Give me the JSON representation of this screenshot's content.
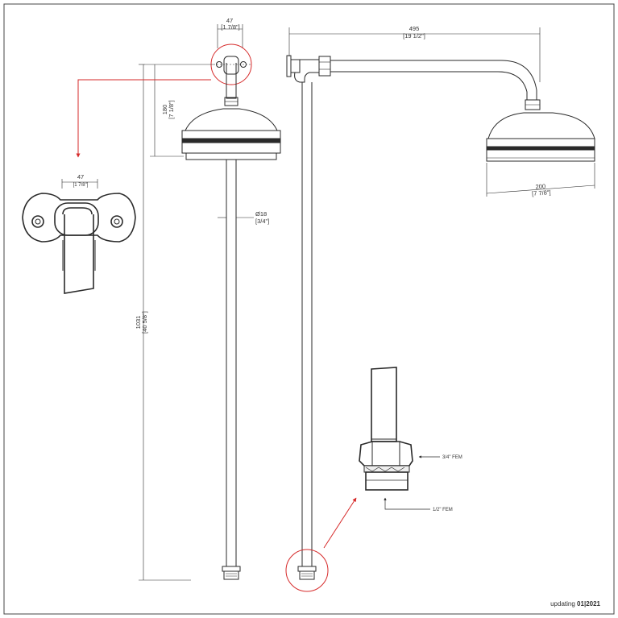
{
  "dimensions": {
    "bracket_width_mm": "47",
    "bracket_width_in": "[1 7/8\"]",
    "detail_width_mm": "47",
    "detail_width_in": "[1 7/8\"]",
    "drop_mm": "180",
    "drop_in": "[7 1/8\"]",
    "pipe_diameter_mm": "Ø18",
    "pipe_diameter_in": "[3/4\"]",
    "height_mm": "1031",
    "height_in": "[40 5/8\"]",
    "arm_length_mm": "495",
    "arm_length_in": "[19 1/2\"]",
    "head_diameter_mm": "200",
    "head_diameter_in": "[7 7/8\"]"
  },
  "callouts": {
    "upper_thread": "3/4\" FEM",
    "lower_thread": "1/2\" FEM"
  },
  "footer": {
    "prefix": "updating",
    "month": "01",
    "separator": "|",
    "year": "2021"
  },
  "colors": {
    "line": "#2a2a2a",
    "highlight": "#d62a2a",
    "border": "#444444"
  }
}
